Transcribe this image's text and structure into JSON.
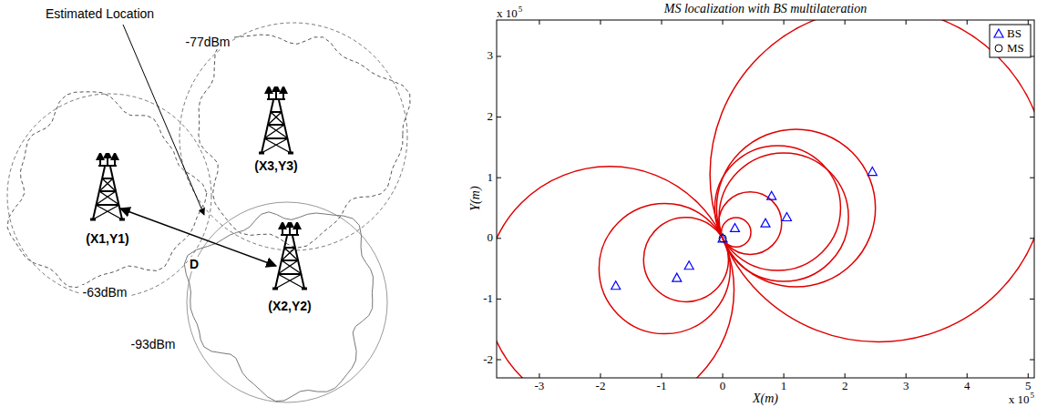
{
  "diagram": {
    "title": "MS localization with BS multilateration",
    "labels": [
      "Estimated Location",
      "-77dBm",
      "(X3,Y3)",
      "(X1,Y1)",
      "D",
      "(X2,Y2)",
      "-63dBm",
      "-93dBm",
      "x 10",
      "5",
      "3",
      "2",
      "1",
      "0",
      "-1",
      "-2",
      "Y(m)",
      "-3",
      "-2",
      "-1",
      "0",
      "1",
      "2",
      "3",
      "4",
      "5",
      "X(m)",
      "x 10",
      "5"
    ],
    "legend": [
      {
        "text": "BS"
      },
      {
        "text": "MS"
      }
    ]
  }
}
